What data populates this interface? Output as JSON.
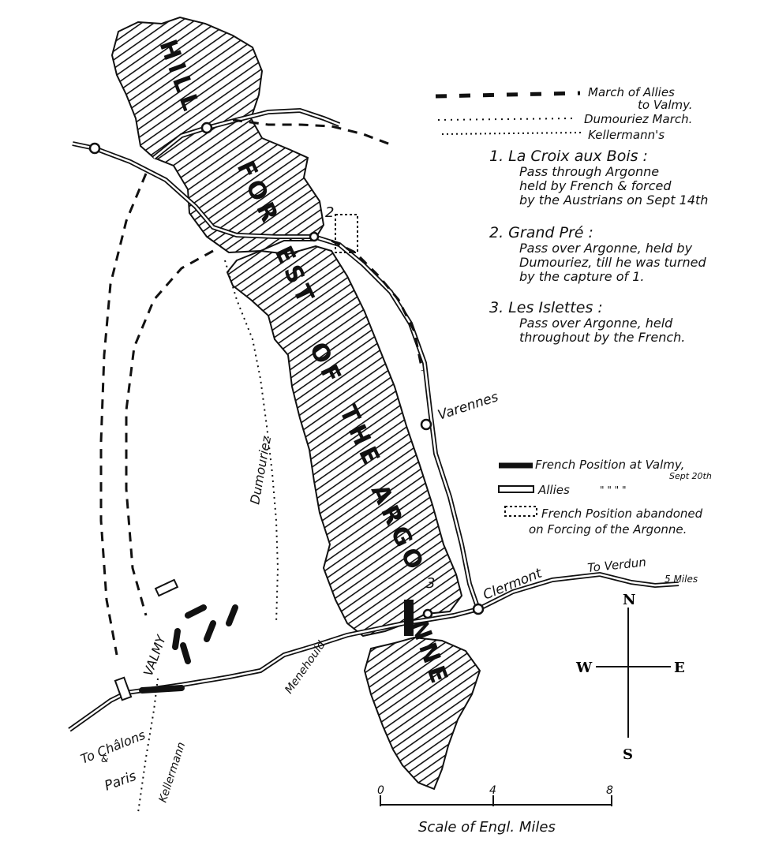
{
  "map": {
    "forest_label_1": "HILL",
    "forest_label_2": "FOR",
    "forest_label_3": "EST",
    "forest_label_4": "OF",
    "forest_label_5": "THE",
    "forest_label_6": "ARGO",
    "forest_label_7": "NNE",
    "places": {
      "varennes": "Varennes",
      "clermont": "Clermont",
      "verdun": "To Verdun",
      "verdun_miles": "5 Miles",
      "menehould": "Menehould",
      "valmy": "VALMY",
      "chalons": "To Châlons",
      "chalons_amp": "&",
      "paris": "Paris",
      "dumouriez_route": "Dumouriez",
      "kellermann_route": "Kellermann"
    },
    "markers": {
      "m1": "1",
      "m2": "2",
      "m3": "3"
    },
    "compass": {
      "n": "N",
      "s": "S",
      "e": "E",
      "w": "W"
    },
    "scale": {
      "label": "Scale of Engl. Miles",
      "t0": "0",
      "t1": "4",
      "t2": "8"
    }
  },
  "legend_top": {
    "allies_march": "March of Allies",
    "allies_march_2": "to Valmy.",
    "dumouriez_march": "Dumouriez March.",
    "kellermann": "Kellermann's"
  },
  "notes": [
    {
      "title": "1. La Croix aux Bois :",
      "lines": [
        "Pass through Argonne",
        "held by French & forced",
        "by the Austrians on Sept 14th"
      ]
    },
    {
      "title": "2. Grand Pré :",
      "lines": [
        "Pass over Argonne, held by",
        "Dumouriez, till he was turned",
        "by the capture of 1."
      ]
    },
    {
      "title": "3. Les Islettes :",
      "lines": [
        "Pass over Argonne, held",
        "throughout by the French."
      ]
    }
  ],
  "legend_bottom": {
    "french_valmy": "French Position at Valmy,",
    "french_valmy_date": "Sept 20th",
    "allies": "Allies",
    "allies_ditto": "\"   \"   \"   \"",
    "abandoned": "French Position abandoned",
    "abandoned_2": "on Forcing of the Argonne."
  }
}
